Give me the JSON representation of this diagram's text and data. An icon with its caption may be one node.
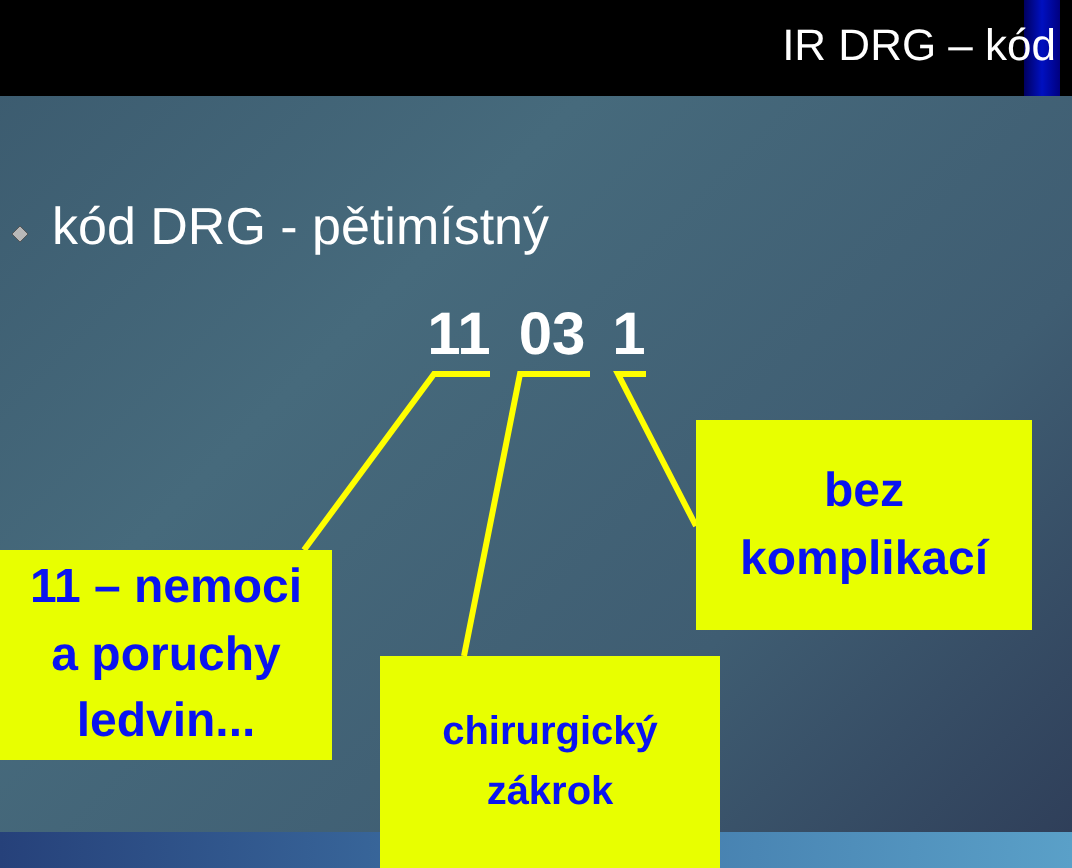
{
  "diagram": {
    "title": "IR DRG – kód",
    "nodes": [
      {
        "text": [
          "11"
        ]
      },
      {
        "text": [
          "03"
        ]
      },
      {
        "text": [
          "1"
        ]
      },
      {
        "text": [
          "11 – nemoci a poruchy ledvin..."
        ]
      },
      {
        "text": [
          "chirurgický zákrok"
        ]
      },
      {
        "text": [
          "bez komplikací"
        ]
      }
    ],
    "edges": [
      {
        "from": 3,
        "to": 0,
        "arrow": "none"
      },
      {
        "from": 4,
        "to": 1,
        "arrow": "none"
      },
      {
        "from": 5,
        "to": 2,
        "arrow": "none"
      }
    ],
    "labels": [
      "kód DRG - pětimístný"
    ]
  }
}
